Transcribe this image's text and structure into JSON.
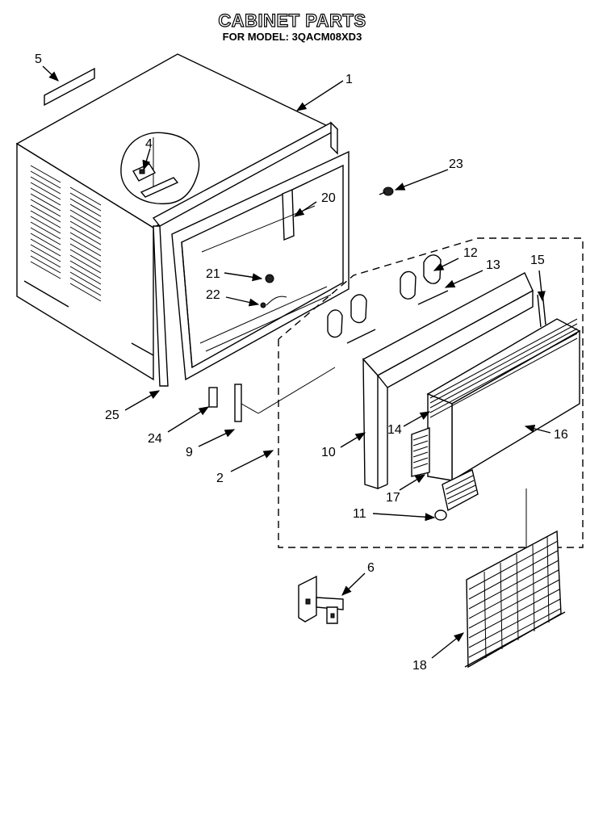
{
  "title": "CABINET PARTS",
  "subtitle": "FOR MODEL: 3QACM08XD3",
  "callouts": {
    "p1": "1",
    "p2": "2",
    "p4": "4",
    "p5": "5",
    "p6": "6",
    "p9": "9",
    "p10": "10",
    "p11": "11",
    "p12": "12",
    "p13": "13",
    "p14": "14",
    "p15": "15",
    "p16": "16",
    "p17": "17",
    "p18": "18",
    "p20": "20",
    "p21": "21",
    "p22": "22",
    "p23": "23",
    "p24": "24",
    "p25": "25"
  }
}
